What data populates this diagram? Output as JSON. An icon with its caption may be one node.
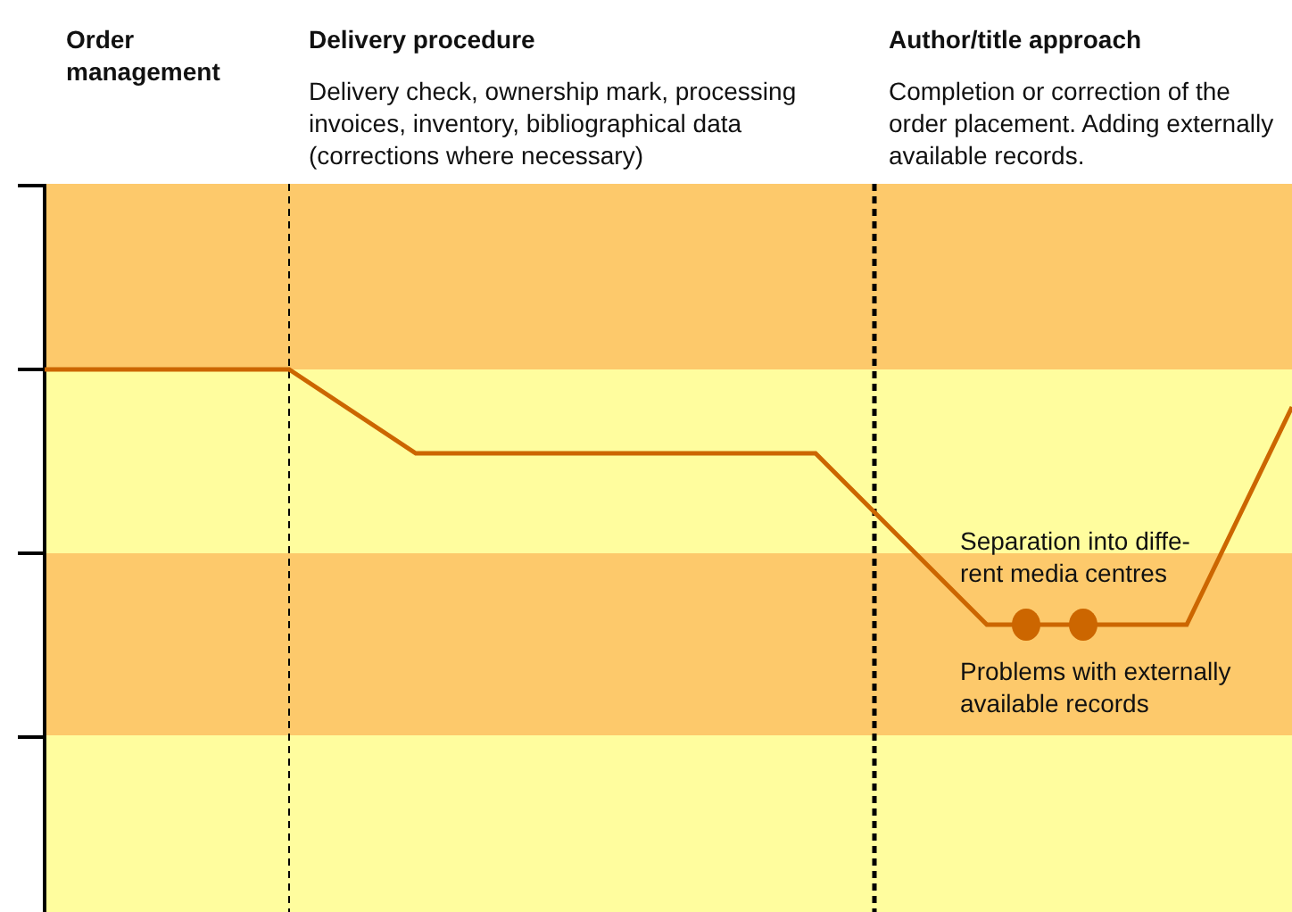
{
  "diagram": {
    "labels": [
      "Order management",
      "Delivery procedure",
      "Delivery check, ownership mark, processing invoices, inventory, bibliographical data (corrections where necessary)",
      "Author/title approach",
      "Completion or correction of the order placement. Adding externally available records.",
      "Separation into diffe- rent media centres",
      "Problems with externally available records"
    ]
  }
}
